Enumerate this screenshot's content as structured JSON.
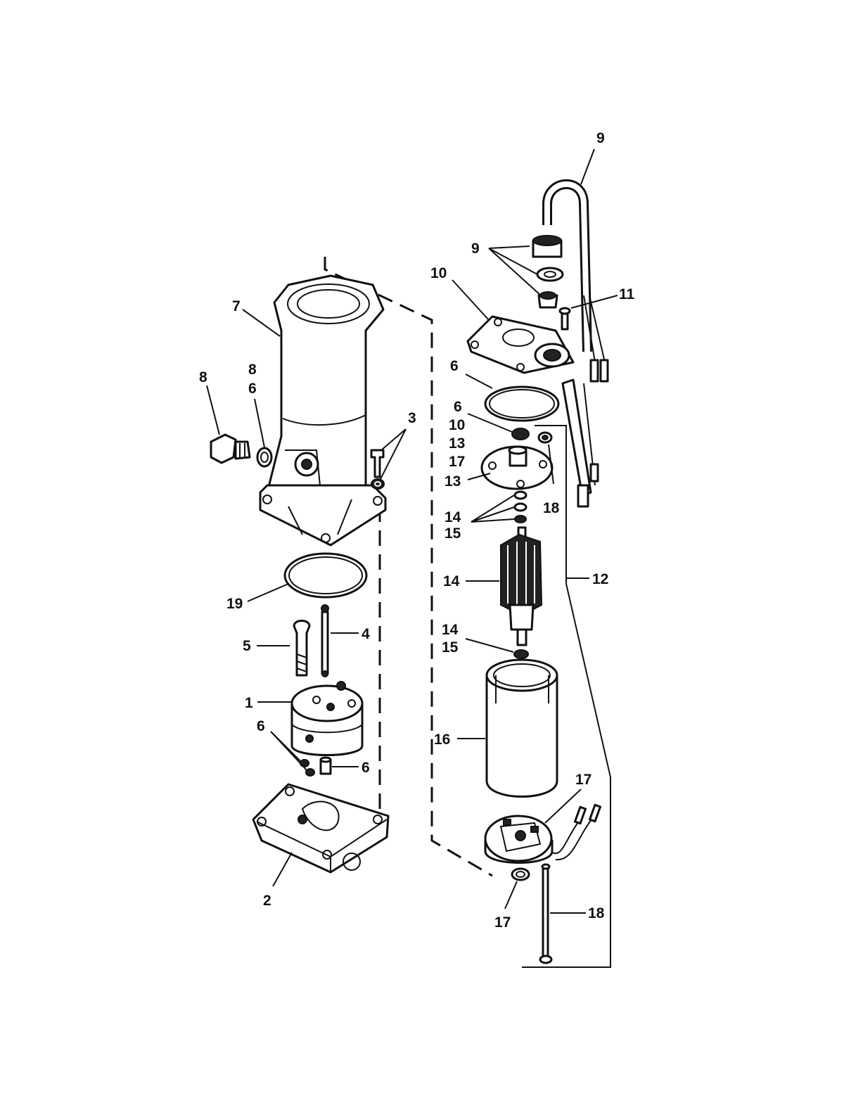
{
  "callouts": {
    "c1": "1",
    "c2": "2",
    "c3": "3",
    "c4": "4",
    "c5": "5",
    "c6_a": "6",
    "c6_b": "6",
    "c6_c": "6",
    "c6_d": "6",
    "c6_e": "6",
    "c7": "7",
    "c8_a": "8",
    "c8_b": "8",
    "c9_a": "9",
    "c9_b": "9",
    "c10_a": "10",
    "c10_b": "10",
    "c11": "11",
    "c12": "12",
    "c13_a": "13",
    "c13_b": "13",
    "c14_a": "14",
    "c14_b": "14",
    "c14_c": "14",
    "c15_a": "15",
    "c15_b": "15",
    "c16": "16",
    "c17_a": "17",
    "c17_b": "17",
    "c17_c": "17",
    "c18_a": "18",
    "c18_b": "18",
    "c19": "19"
  }
}
